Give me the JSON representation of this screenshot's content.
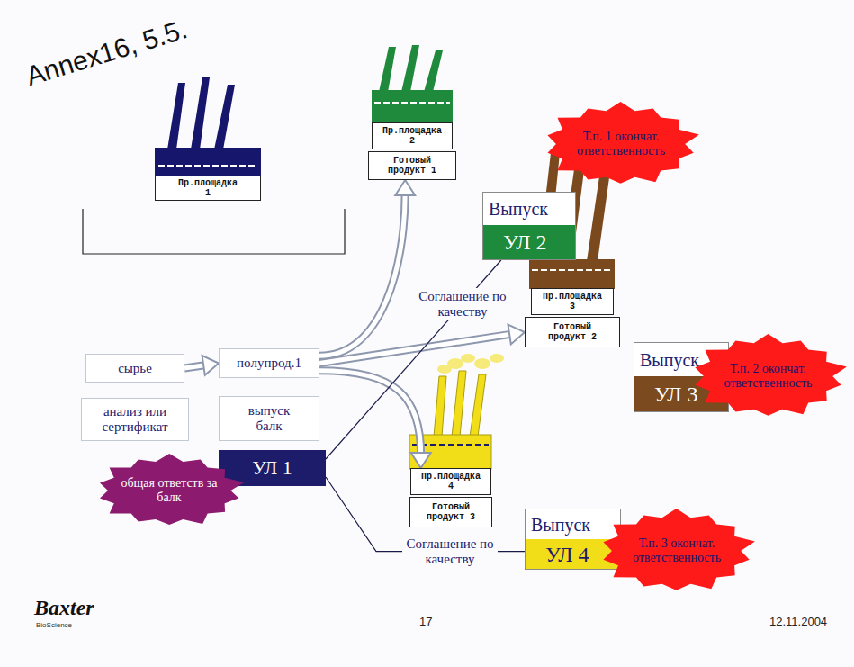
{
  "diagram": {
    "title": "Annex16, 5.5.",
    "nodes": [
      {
        "text": [
          "Пр.площадка 2"
        ]
      },
      {
        "text": [
          "Готовый продукт 1"
        ]
      },
      {
        "text": [
          "Т.п. 1 окончат. ответственность"
        ]
      },
      {
        "text": [
          "Выпуск",
          "УЛ 2"
        ]
      },
      {
        "text": [
          "Пр.площадка 1"
        ]
      },
      {
        "text": [
          "Пр.площадка 3"
        ]
      },
      {
        "text": [
          "Готовый продукт 2"
        ]
      },
      {
        "text": [
          "сырье"
        ]
      },
      {
        "text": [
          "полупрод.1"
        ]
      },
      {
        "text": [
          "Выпуск",
          "УЛ 3"
        ]
      },
      {
        "text": [
          "Т.п. 2 окончат. ответственность"
        ]
      },
      {
        "text": [
          "анализ или сертификат"
        ]
      },
      {
        "text": [
          "выпуск балк"
        ]
      },
      {
        "text": [
          "УЛ 1"
        ]
      },
      {
        "text": [
          "общая ответств за балк"
        ]
      },
      {
        "text": [
          "Пр.площадка 4"
        ]
      },
      {
        "text": [
          "Готовый продукт 3"
        ]
      },
      {
        "text": [
          "Выпуск",
          "УЛ 4"
        ]
      },
      {
        "text": [
          "Т.п. 3 окончат. ответственность"
        ]
      }
    ],
    "edges": [
      {
        "from": 7,
        "to": 8,
        "arrow": "to"
      },
      {
        "from": 8,
        "to": 1,
        "arrow": "to"
      },
      {
        "from": 8,
        "to": 6,
        "arrow": "to"
      },
      {
        "from": 8,
        "to": 15,
        "arrow": "to"
      },
      {
        "from": 13,
        "to": 3,
        "label": "Соглашение по качеству",
        "arrow": "none"
      },
      {
        "from": 13,
        "to": 17,
        "label": "Соглашение по качеству",
        "arrow": "none"
      }
    ],
    "labels": [
      "Baxter",
      "BioScience",
      "17",
      "12.11.2004"
    ]
  }
}
